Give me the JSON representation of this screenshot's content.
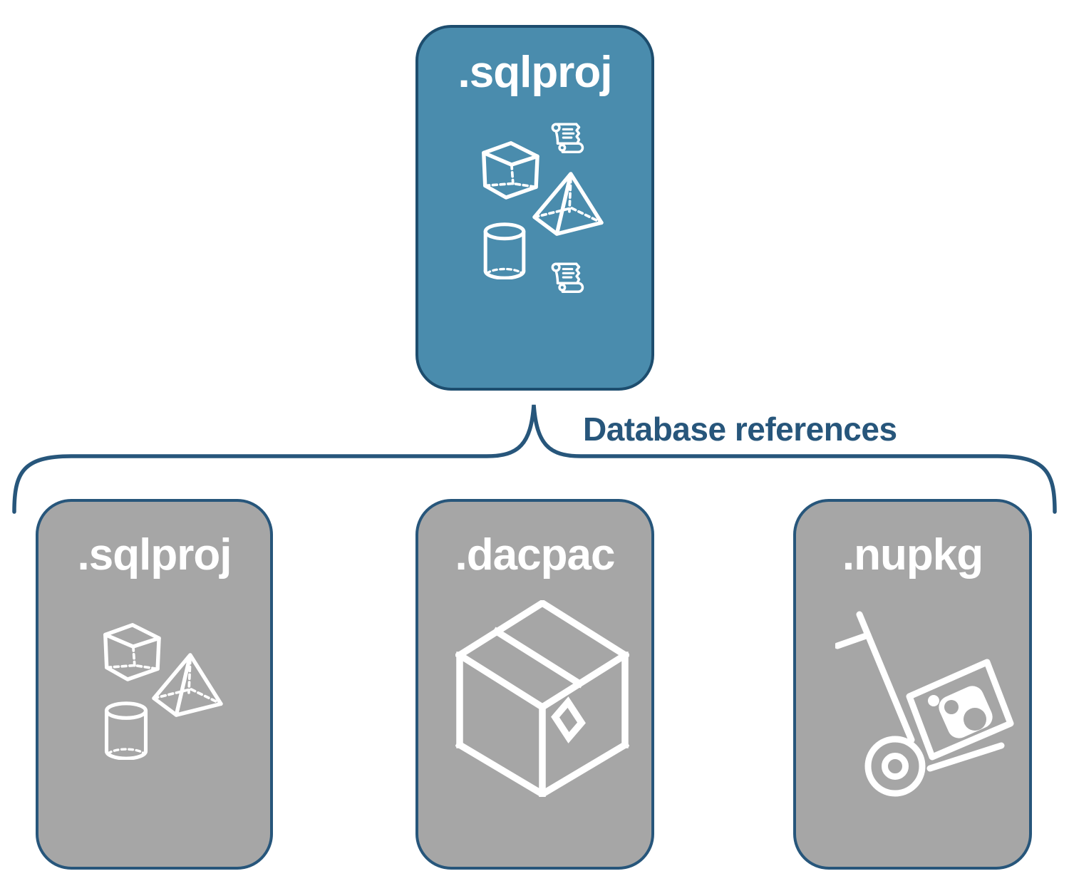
{
  "diagram": {
    "description": "SQL project database references diagram",
    "colors": {
      "root_fill": "#4a8cad",
      "root_border": "#1d4d6e",
      "child_fill": "#a6a6a6",
      "child_border": "#27567b",
      "connector_line": "#27567b",
      "icon_stroke": "#ffffff",
      "node_label_text": "#ffffff",
      "connector_label_text": "#27567b",
      "background": "#ffffff"
    },
    "root": {
      "label": ".sqlproj",
      "icons": [
        "scroll-icon",
        "cube-icon",
        "pyramid-icon",
        "cylinder-icon",
        "scroll-icon"
      ]
    },
    "connector": {
      "label": "Database references",
      "type": "curly-brace"
    },
    "children": [
      {
        "label": ".sqlproj",
        "icons": [
          "cube-icon",
          "pyramid-icon",
          "cylinder-icon"
        ]
      },
      {
        "label": ".dacpac",
        "icons": [
          "package-box-icon"
        ]
      },
      {
        "label": ".nupkg",
        "icons": [
          "hand-truck-package-icon"
        ]
      }
    ]
  }
}
